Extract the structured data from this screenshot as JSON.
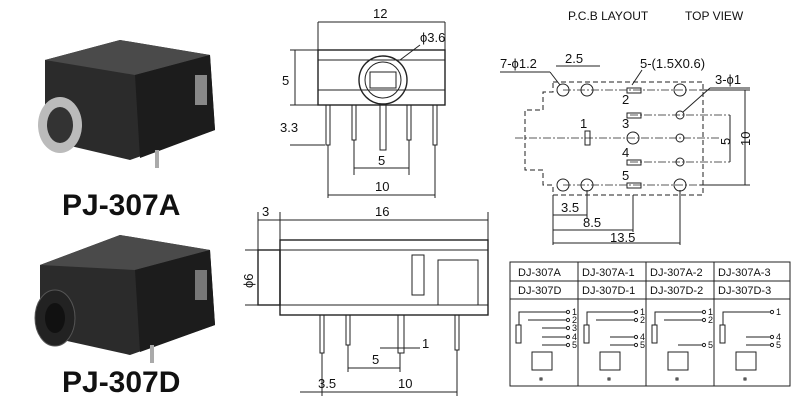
{
  "products": {
    "model_a": "PJ-307A",
    "model_d": "PJ-307D"
  },
  "front_view": {
    "width": "12",
    "hole_dia": "ϕ3.6",
    "height": "5",
    "pin_length": "3.3",
    "pin_pitch_inner": "5",
    "pin_pitch_outer": "10"
  },
  "side_view": {
    "nose": "3",
    "length": "16",
    "diameter": "ϕ6",
    "pin_width": "1",
    "pin_pitch": "5",
    "offset": "3.5",
    "span": "10"
  },
  "pcb": {
    "title": "P.C.B LAYOUT",
    "view": "TOP VIEW",
    "holes_large": "7-ϕ1.2",
    "pitch": "2.5",
    "slots": "5-(1.5X0.6)",
    "holes_small": "3-ϕ1",
    "dim_5": "5",
    "dim_10": "10",
    "dim_3_5": "3.5",
    "dim_8_5": "8.5",
    "dim_13_5": "13.5",
    "pins": [
      "1",
      "2",
      "3",
      "4",
      "5"
    ]
  },
  "table": {
    "row1": [
      "DJ-307A",
      "DJ-307A-1",
      "DJ-307A-2",
      "DJ-307A-3"
    ],
    "row2": [
      "DJ-307D",
      "DJ-307D-1",
      "DJ-307D-2",
      "DJ-307D-3"
    ],
    "schematics": [
      {
        "pins": [
          "1",
          "2",
          "3",
          "4",
          "5"
        ]
      },
      {
        "pins": [
          "1",
          "2",
          "4",
          "5"
        ]
      },
      {
        "pins": [
          "1",
          "2",
          "5"
        ]
      },
      {
        "pins": [
          "1",
          "4",
          "5"
        ]
      }
    ]
  }
}
